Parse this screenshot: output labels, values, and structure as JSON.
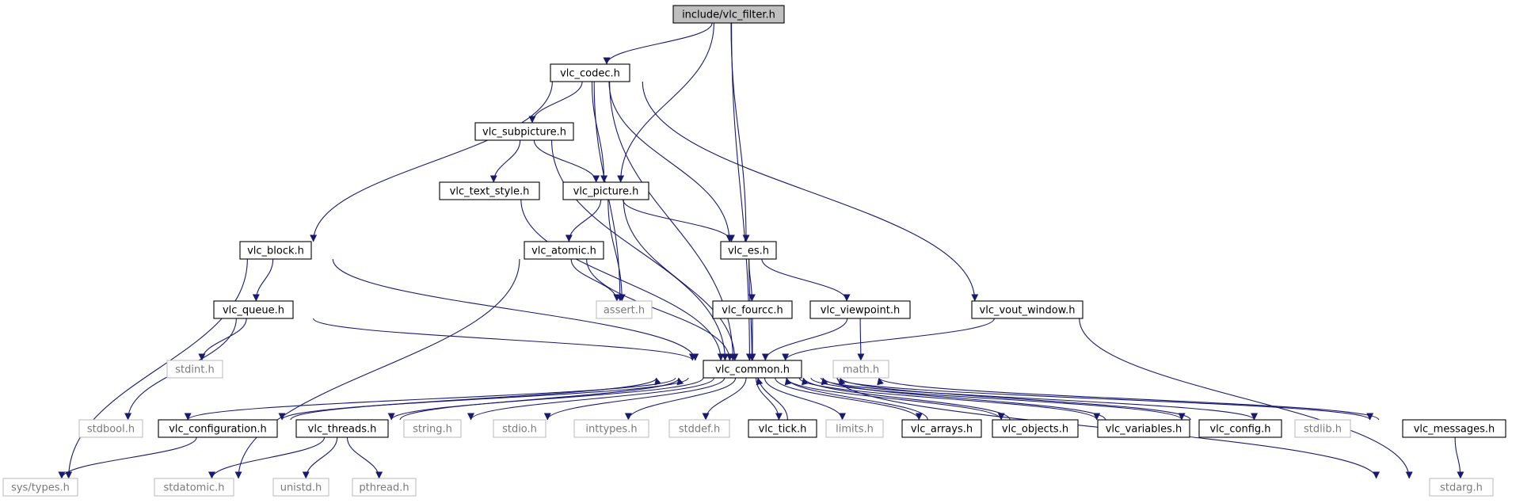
{
  "colors": {
    "edge": "#191970",
    "root_fill": "#bfbfbf",
    "external_border": "#bfbfbf"
  },
  "nodes": {
    "vlc_filter": {
      "label": "include/vlc_filter.h",
      "kind": "root"
    },
    "vlc_codec": {
      "label": "vlc_codec.h",
      "kind": "header"
    },
    "vlc_subpicture": {
      "label": "vlc_subpicture.h",
      "kind": "header"
    },
    "vlc_text_style": {
      "label": "vlc_text_style.h",
      "kind": "header"
    },
    "vlc_picture": {
      "label": "vlc_picture.h",
      "kind": "header"
    },
    "vlc_block": {
      "label": "vlc_block.h",
      "kind": "header"
    },
    "vlc_atomic": {
      "label": "vlc_atomic.h",
      "kind": "header"
    },
    "vlc_es": {
      "label": "vlc_es.h",
      "kind": "header"
    },
    "vlc_queue": {
      "label": "vlc_queue.h",
      "kind": "header"
    },
    "assert": {
      "label": "assert.h",
      "kind": "external"
    },
    "vlc_fourcc": {
      "label": "vlc_fourcc.h",
      "kind": "header"
    },
    "vlc_viewpoint": {
      "label": "vlc_viewpoint.h",
      "kind": "header"
    },
    "vlc_vout_window": {
      "label": "vlc_vout_window.h",
      "kind": "header"
    },
    "stdint": {
      "label": "stdint.h",
      "kind": "external"
    },
    "vlc_common": {
      "label": "vlc_common.h",
      "kind": "header"
    },
    "math": {
      "label": "math.h",
      "kind": "external"
    },
    "stdbool": {
      "label": "stdbool.h",
      "kind": "external"
    },
    "vlc_configuration": {
      "label": "vlc_configuration.h",
      "kind": "header"
    },
    "vlc_threads": {
      "label": "vlc_threads.h",
      "kind": "header"
    },
    "string": {
      "label": "string.h",
      "kind": "external"
    },
    "stdio": {
      "label": "stdio.h",
      "kind": "external"
    },
    "inttypes": {
      "label": "inttypes.h",
      "kind": "external"
    },
    "stddef": {
      "label": "stddef.h",
      "kind": "external"
    },
    "vlc_tick": {
      "label": "vlc_tick.h",
      "kind": "header"
    },
    "limits": {
      "label": "limits.h",
      "kind": "external"
    },
    "vlc_arrays": {
      "label": "vlc_arrays.h",
      "kind": "header"
    },
    "vlc_objects": {
      "label": "vlc_objects.h",
      "kind": "header"
    },
    "vlc_variables": {
      "label": "vlc_variables.h",
      "kind": "header"
    },
    "vlc_config": {
      "label": "vlc_config.h",
      "kind": "header"
    },
    "stdlib": {
      "label": "stdlib.h",
      "kind": "external"
    },
    "vlc_messages": {
      "label": "vlc_messages.h",
      "kind": "header"
    },
    "sys_types": {
      "label": "sys/types.h",
      "kind": "external"
    },
    "stdatomic": {
      "label": "stdatomic.h",
      "kind": "external"
    },
    "unistd": {
      "label": "unistd.h",
      "kind": "external"
    },
    "pthread": {
      "label": "pthread.h",
      "kind": "external"
    },
    "stdarg": {
      "label": "stdarg.h",
      "kind": "external"
    }
  },
  "edges": [
    [
      "vlc_filter",
      "vlc_codec"
    ],
    [
      "vlc_filter",
      "vlc_picture"
    ],
    [
      "vlc_filter",
      "vlc_es"
    ],
    [
      "vlc_filter",
      "vlc_common"
    ],
    [
      "vlc_codec",
      "vlc_block"
    ],
    [
      "vlc_codec",
      "vlc_common"
    ],
    [
      "vlc_codec",
      "vlc_subpicture"
    ],
    [
      "vlc_codec",
      "vlc_picture"
    ],
    [
      "vlc_codec",
      "assert"
    ],
    [
      "vlc_codec",
      "vlc_es"
    ],
    [
      "vlc_codec",
      "vlc_vout_window"
    ],
    [
      "vlc_subpicture",
      "vlc_common"
    ],
    [
      "vlc_subpicture",
      "vlc_text_style"
    ],
    [
      "vlc_subpicture",
      "vlc_picture"
    ],
    [
      "vlc_text_style",
      "vlc_common"
    ],
    [
      "vlc_picture",
      "vlc_common"
    ],
    [
      "vlc_picture",
      "vlc_atomic"
    ],
    [
      "vlc_picture",
      "assert"
    ],
    [
      "vlc_picture",
      "vlc_es"
    ],
    [
      "vlc_block",
      "sys_types"
    ],
    [
      "vlc_block",
      "vlc_queue"
    ],
    [
      "vlc_block",
      "vlc_common"
    ],
    [
      "vlc_atomic",
      "assert"
    ],
    [
      "vlc_atomic",
      "vlc_common"
    ],
    [
      "vlc_atomic",
      "stdatomic"
    ],
    [
      "vlc_es",
      "vlc_common"
    ],
    [
      "vlc_es",
      "vlc_fourcc"
    ],
    [
      "vlc_es",
      "vlc_viewpoint"
    ],
    [
      "vlc_queue",
      "stdint"
    ],
    [
      "vlc_queue",
      "vlc_common"
    ],
    [
      "vlc_queue",
      "stdbool"
    ],
    [
      "vlc_fourcc",
      "vlc_common"
    ],
    [
      "vlc_viewpoint",
      "vlc_common"
    ],
    [
      "vlc_viewpoint",
      "math"
    ],
    [
      "vlc_vout_window",
      "vlc_common"
    ],
    [
      "vlc_vout_window",
      "stdarg"
    ],
    [
      "vlc_common",
      "stdbool"
    ],
    [
      "vlc_common",
      "vlc_configuration"
    ],
    [
      "vlc_common",
      "vlc_threads"
    ],
    [
      "vlc_common",
      "string"
    ],
    [
      "vlc_common",
      "stdio"
    ],
    [
      "vlc_common",
      "inttypes"
    ],
    [
      "vlc_common",
      "stddef"
    ],
    [
      "vlc_common",
      "vlc_tick"
    ],
    [
      "vlc_common",
      "limits"
    ],
    [
      "vlc_common",
      "vlc_arrays"
    ],
    [
      "vlc_common",
      "vlc_objects"
    ],
    [
      "vlc_common",
      "vlc_variables"
    ],
    [
      "vlc_common",
      "vlc_config"
    ],
    [
      "vlc_common",
      "stdlib"
    ],
    [
      "vlc_common",
      "vlc_messages"
    ],
    [
      "vlc_common",
      "stdarg"
    ],
    [
      "vlc_configuration",
      "vlc_common"
    ],
    [
      "vlc_configuration",
      "sys_types"
    ],
    [
      "vlc_threads",
      "vlc_common"
    ],
    [
      "vlc_threads",
      "stdatomic"
    ],
    [
      "vlc_threads",
      "unistd"
    ],
    [
      "vlc_threads",
      "pthread"
    ],
    [
      "vlc_tick",
      "vlc_common"
    ],
    [
      "vlc_arrays",
      "vlc_common"
    ],
    [
      "vlc_objects",
      "vlc_common"
    ],
    [
      "vlc_variables",
      "vlc_common"
    ],
    [
      "vlc_config",
      "vlc_common"
    ],
    [
      "vlc_messages",
      "vlc_common"
    ],
    [
      "vlc_messages",
      "stdarg"
    ]
  ]
}
